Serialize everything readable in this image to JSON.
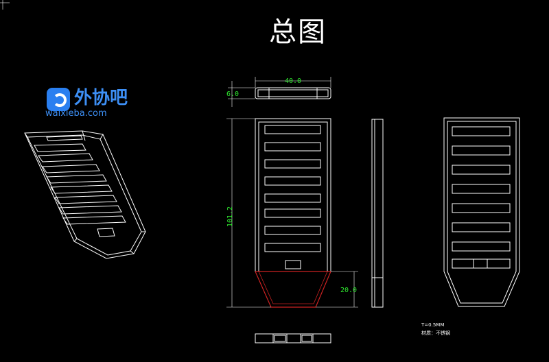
{
  "title": "总图",
  "logo": {
    "name": "外协吧",
    "url_text": "waixieba.com",
    "color": "#3d8ff5"
  },
  "dimensions": {
    "width": "40.0",
    "thickness": "6.0",
    "height": "101.2",
    "taper": "20.0"
  },
  "notes": {
    "thickness": "T=0.5MM",
    "material": "材质：不锈钢"
  },
  "colors": {
    "line": "#ffffff",
    "dimension": "#2ee62e",
    "highlight": "#cc2222"
  }
}
